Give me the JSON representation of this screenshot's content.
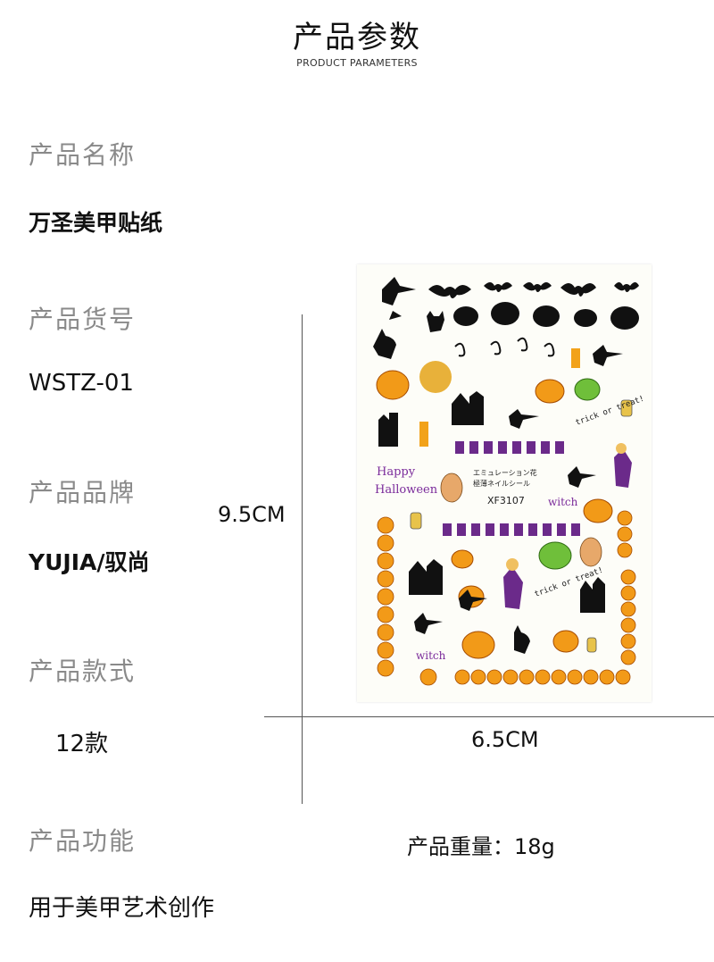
{
  "header": {
    "title": "产品参数",
    "subtitle": "PRODUCT PARAMETERS"
  },
  "params": [
    {
      "label": "产品名称",
      "value": "万圣美甲贴纸"
    },
    {
      "label": "产品货号",
      "value": "WSTZ-01"
    },
    {
      "label": "产品品牌",
      "value": "YUJIA/驭尚"
    },
    {
      "label": "产品款式",
      "value": "12款"
    },
    {
      "label": "产品功能",
      "value": "用于美甲艺术创作"
    }
  ],
  "dimensions": {
    "height": "9.5CM",
    "width": "6.5CM"
  },
  "weight": "产品重量：18g",
  "sticker": {
    "japanese_line1": "エミュレーション花",
    "japanese_line2": "極薄ネイルシール",
    "model": "XF3107",
    "happy": "Happy",
    "halloween": "Halloween",
    "witch": "witch",
    "trick": "trick or treat!",
    "colors": {
      "pumpkin": "#f29a18",
      "silhouette": "#111111",
      "accent": "#6b2a8a",
      "green": "#6fbf3a"
    }
  }
}
